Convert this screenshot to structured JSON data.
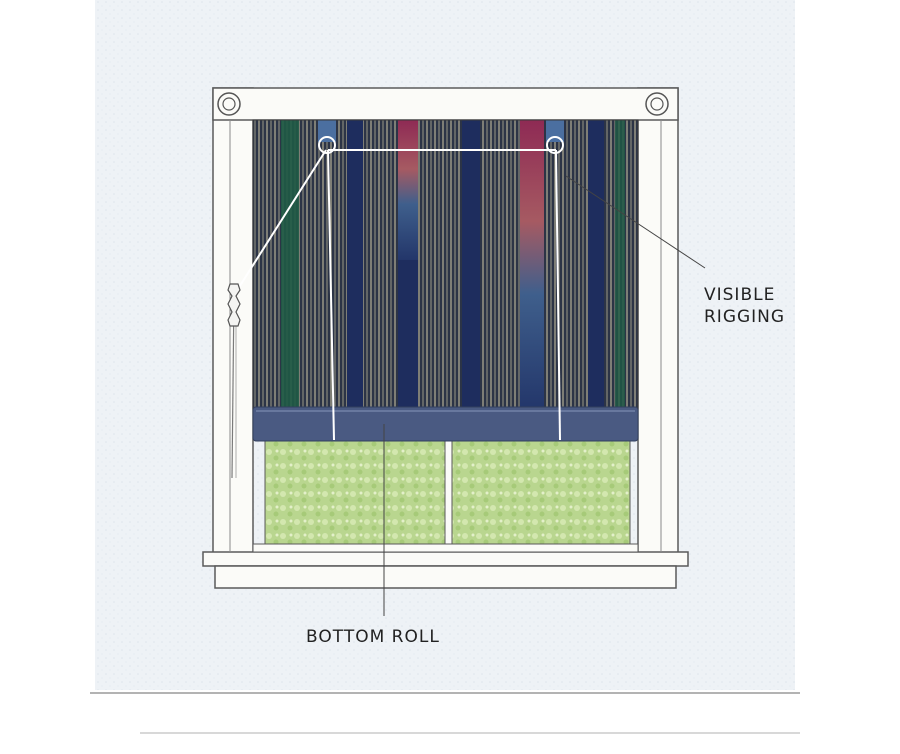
{
  "labels": {
    "visible_rigging_line1": "VISIBLE",
    "visible_rigging_line2": "RIGGING",
    "bottom_roll": "BOTTOM ROLL"
  },
  "colors": {
    "wall": "#eef2f6",
    "trim": "#fbfbf8",
    "trim_outline": "#5a5a5a",
    "shade_base": "#2c3446",
    "stripe_light": "#c9c2a3",
    "stripe_navy": "#1e2d5e",
    "stripe_green": "#1f5a45",
    "stripe_magenta": "#8e2a54",
    "stripe_blue": "#4b6fa0",
    "bottom_roll": "#4a5a82",
    "glass": "#b9d68f",
    "cord": "#ffffff"
  },
  "icons": [
    "pulley-eye-icon",
    "cord-cleat-icon",
    "rosette-icon"
  ]
}
